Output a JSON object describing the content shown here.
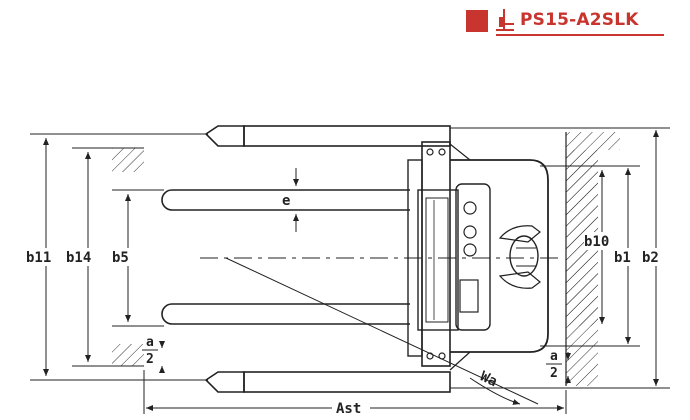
{
  "header": {
    "model": "PS15-A2SLK",
    "accent_color": "#c8342e",
    "logo_icon": "stacker-icon"
  },
  "dimensions": {
    "b11": "b11",
    "b14": "b14",
    "b5": "b5",
    "e": "e",
    "b10": "b10",
    "b1": "b1",
    "b2": "b2",
    "Ast": "Ast",
    "Wa": "Wa",
    "a": "a",
    "two": "2"
  }
}
